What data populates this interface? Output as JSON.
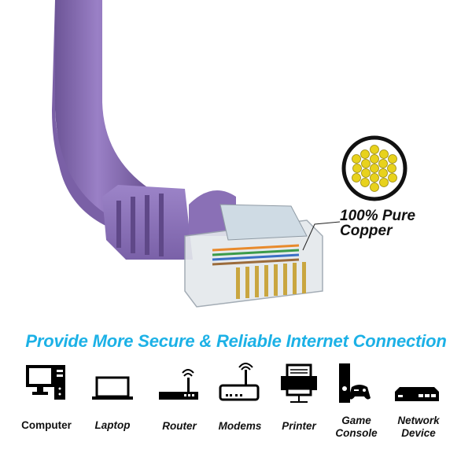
{
  "copper_label": {
    "line1": "100% Pure",
    "line2": "Copper"
  },
  "headline": "Provide More Secure & Reliable Internet Connection",
  "devices": [
    {
      "icon": "computer-icon",
      "label": "Computer"
    },
    {
      "icon": "laptop-icon",
      "label": "Laptop"
    },
    {
      "icon": "router-icon",
      "label": "Router"
    },
    {
      "icon": "modem-icon",
      "label": "Modems"
    },
    {
      "icon": "printer-icon",
      "label": "Printer"
    },
    {
      "icon": "game-console-icon",
      "label1": "Game",
      "label2": "Console"
    },
    {
      "icon": "network-device-icon",
      "label1": "Network",
      "label2": "Device"
    }
  ],
  "colors": {
    "cable": "#8b6fb8",
    "headline": "#1cb1e6",
    "copper": "#e8d21c"
  }
}
